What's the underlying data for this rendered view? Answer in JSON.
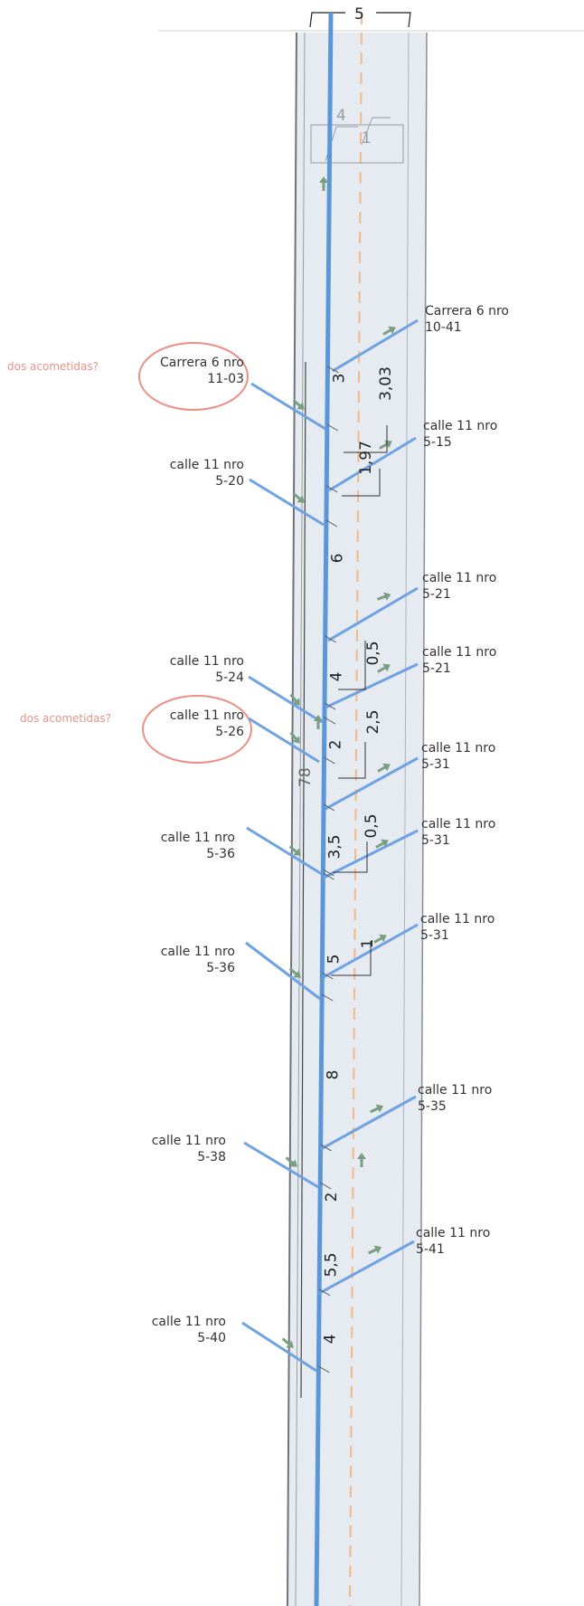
{
  "colors": {
    "road_fill": "#e6ebf1",
    "main_line": "#5b97d8",
    "branch_line": "#6ea2e2",
    "axis_dashed": "#f2b987",
    "note_text": "#e8928a",
    "circle": "#ec8f86",
    "arrow": "#7a9e82"
  },
  "top_width": "5",
  "top_box_labels": [
    "4",
    "1"
  ],
  "total_length": "78",
  "notes": [
    "dos acometidas?",
    "dos acometidas?"
  ],
  "segments": [
    "3",
    "6",
    "4",
    "2",
    "3,5",
    "5",
    "8",
    "2",
    "5,5",
    "4"
  ],
  "aux_dims": [
    "3,03",
    "1,97",
    "0,5",
    "2,5",
    "0,5",
    "1"
  ],
  "left_connections": [
    {
      "line1": "Carrera 6 nro",
      "line2": "11-03"
    },
    {
      "line1": "calle 11 nro",
      "line2": "5-20"
    },
    {
      "line1": "calle 11 nro",
      "line2": "5-24"
    },
    {
      "line1": "calle 11 nro",
      "line2": "5-26"
    },
    {
      "line1": "calle 11 nro",
      "line2": "5-36"
    },
    {
      "line1": "calle 11 nro",
      "line2": "5-36"
    },
    {
      "line1": "calle 11 nro",
      "line2": "5-38"
    },
    {
      "line1": "calle 11 nro",
      "line2": "5-40"
    }
  ],
  "right_connections": [
    {
      "line1": "Carrera 6 nro",
      "line2": "10-41"
    },
    {
      "line1": "calle 11 nro",
      "line2": "5-15"
    },
    {
      "line1": "calle 11 nro",
      "line2": "5-21"
    },
    {
      "line1": "calle 11 nro",
      "line2": "5-21"
    },
    {
      "line1": "calle 11 nro",
      "line2": "5-31"
    },
    {
      "line1": "calle 11 nro",
      "line2": "5-31"
    },
    {
      "line1": "calle 11 nro",
      "line2": "5-31"
    },
    {
      "line1": "calle 11 nro",
      "line2": "5-35"
    },
    {
      "line1": "calle 11 nro",
      "line2": "5-41"
    }
  ]
}
